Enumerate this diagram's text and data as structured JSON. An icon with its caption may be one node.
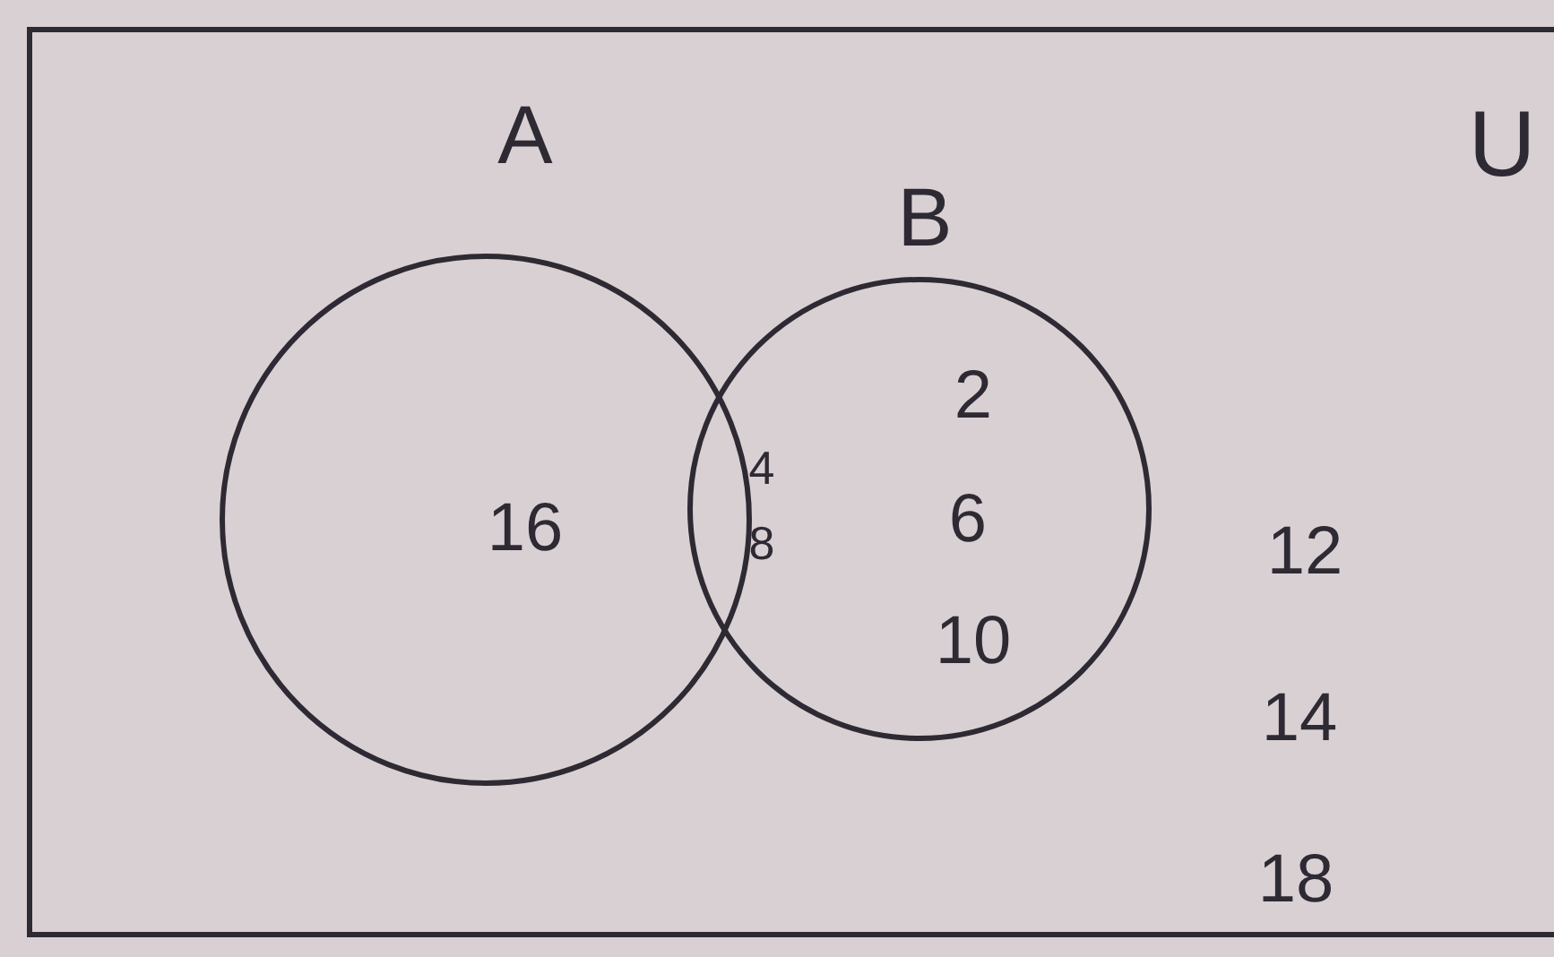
{
  "diagram": {
    "nodes": [
      {
        "text": [
          "U"
        ]
      },
      {
        "text": [
          "A",
          "16"
        ],
        "in": 0
      },
      {
        "text": [
          "B",
          "2",
          "6",
          "10"
        ],
        "in": 0
      }
    ],
    "labels": [
      "4",
      "8",
      "12",
      "14",
      "18"
    ]
  }
}
